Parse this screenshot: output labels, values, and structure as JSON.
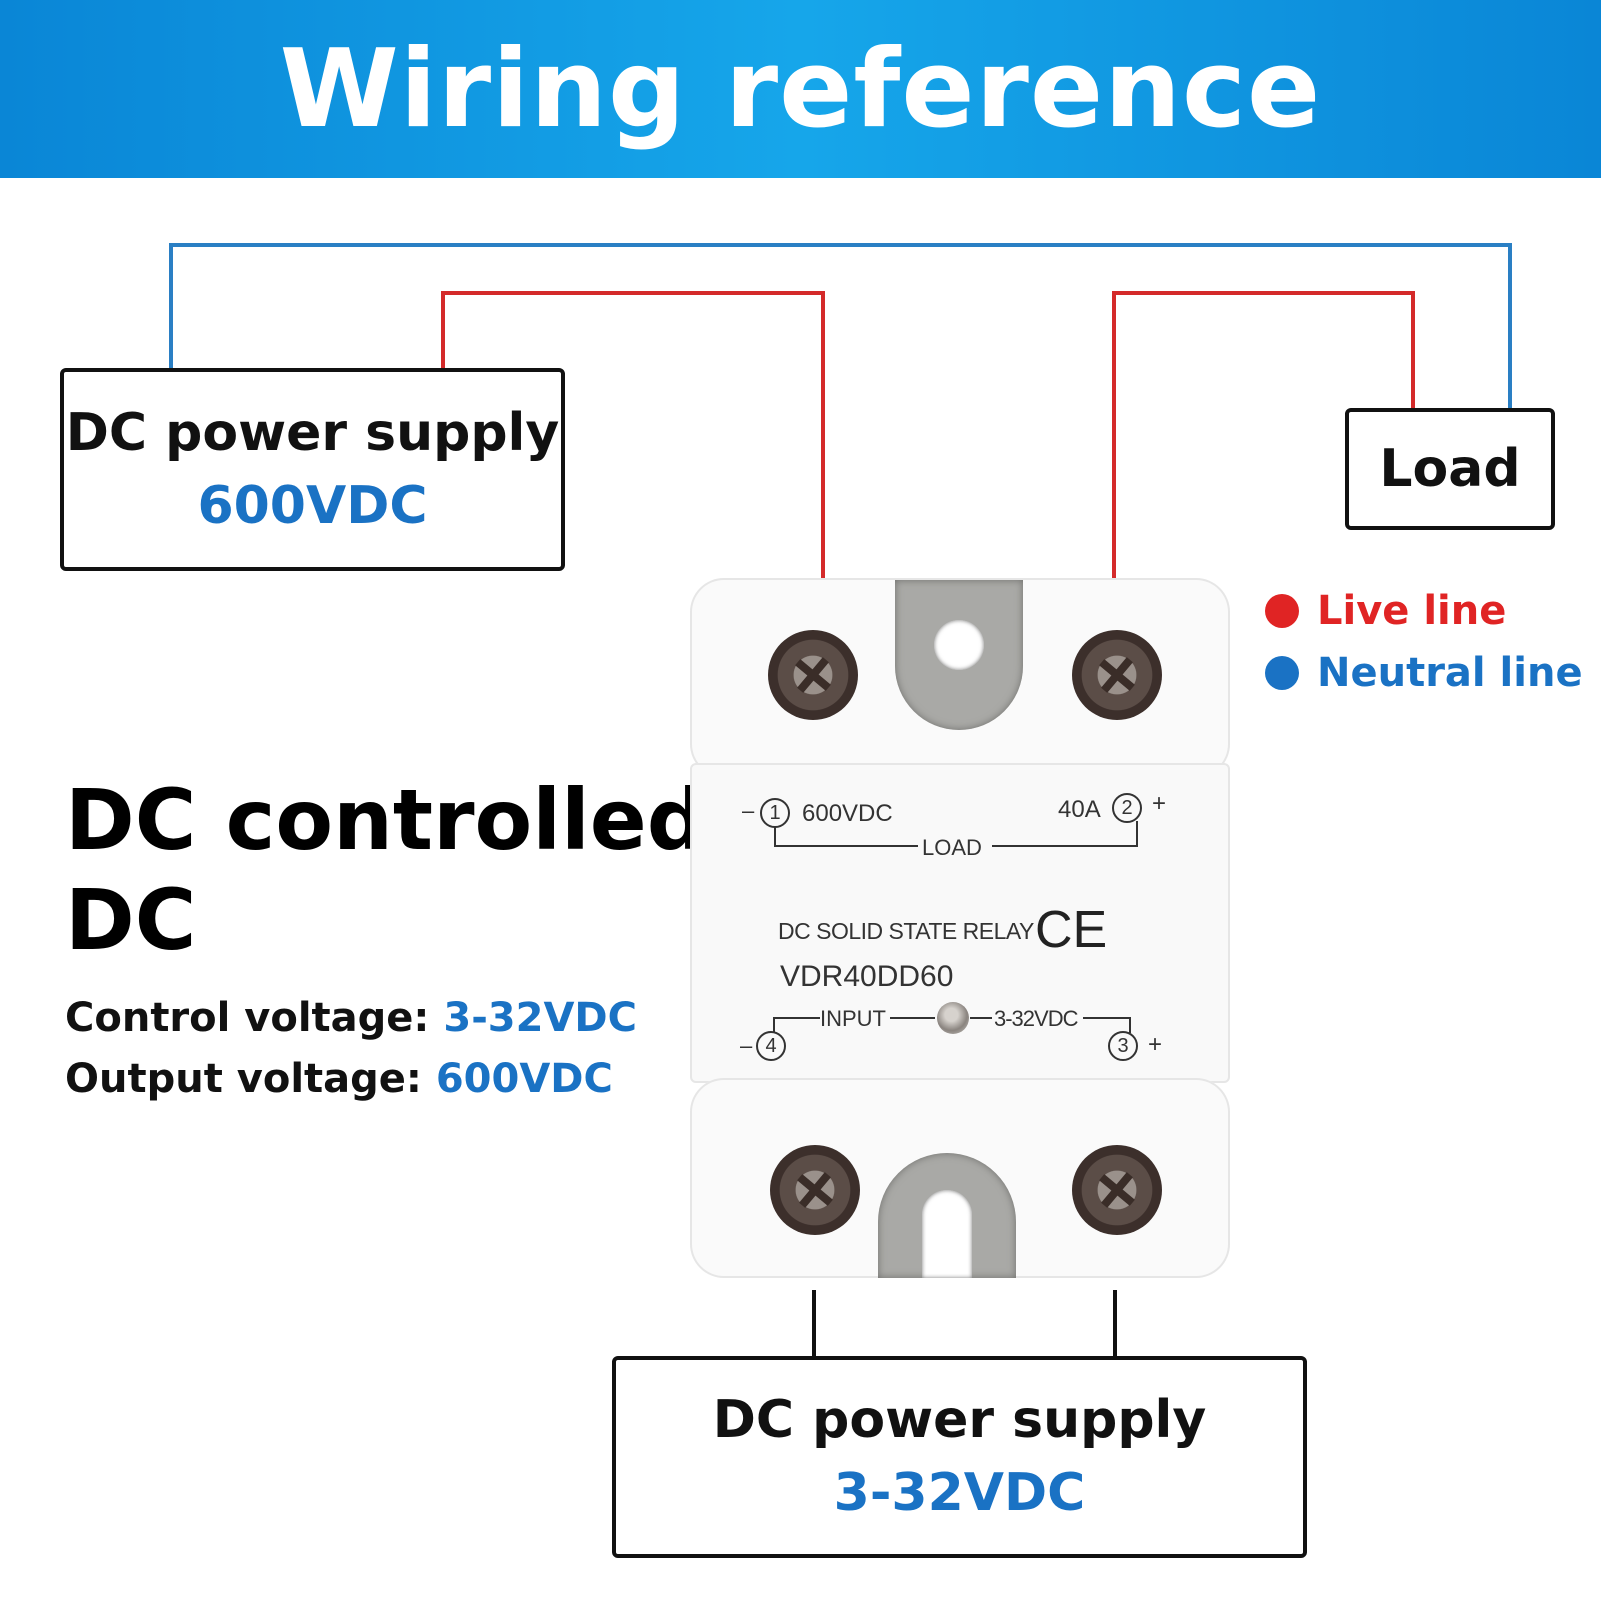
{
  "banner": {
    "title": "Wiring reference"
  },
  "dc_supply_top": {
    "label": "DC power supply",
    "voltage": "600VDC"
  },
  "load": {
    "label": "Load"
  },
  "dc_supply_bottom": {
    "label": "DC power supply",
    "voltage": "3-32VDC"
  },
  "legend": {
    "live": {
      "label": "Live line",
      "color": "#e02424"
    },
    "neutral": {
      "label": "Neutral line",
      "color": "#1a72c4"
    }
  },
  "heading": {
    "line1": "DC controlled",
    "line2": "DC"
  },
  "specs": {
    "control_label": "Control voltage:",
    "control_value": "3-32VDC",
    "output_label": "Output voltage:",
    "output_value": "600VDC"
  },
  "relay": {
    "t1": "1",
    "t2": "2",
    "t3": "3",
    "t4": "4",
    "minus": "–",
    "plus": "+",
    "load_voltage": "600VDC",
    "load_current": "40A",
    "load_label": "LOAD",
    "type": "DC SOLID STATE RELAY",
    "ce": "CE",
    "model": "VDR40DD60",
    "input_label": "INPUT",
    "input_voltage": "3-32VDC"
  },
  "colors": {
    "banner": "#0a9ae0",
    "accent_blue": "#1a72c4",
    "wire_red": "#d42a2a",
    "wire_blue": "#2a7fc4"
  }
}
